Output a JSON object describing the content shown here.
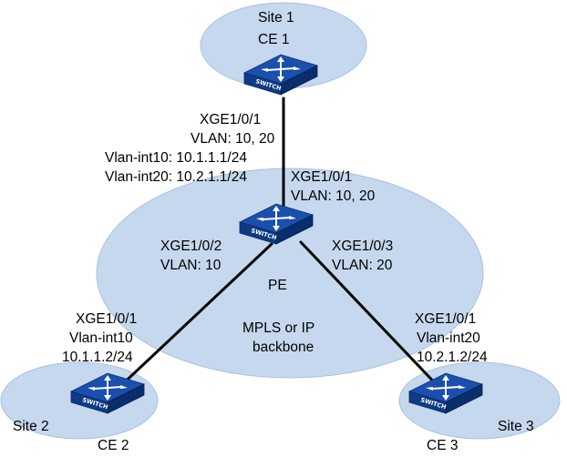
{
  "sites": {
    "site1": "Site 1",
    "site2": "Site 2",
    "site3": "Site 3"
  },
  "devices": {
    "ce1": "CE 1",
    "ce2": "CE 2",
    "ce3": "CE 3",
    "pe": "PE",
    "switch_badge": "SWITCH"
  },
  "backbone": {
    "line1": "MPLS or IP",
    "line2": "backbone"
  },
  "ce1_labels": {
    "port": "XGE1/0/1",
    "vlan": "VLAN: 10, 20",
    "vlan_int10": "Vlan-int10: 10.1.1.1/24",
    "vlan_int20": "Vlan-int20: 10.2.1.1/24"
  },
  "pe_labels": {
    "port_top": "XGE1/0/1",
    "vlan_top": "VLAN: 10, 20",
    "port_left": "XGE1/0/2",
    "vlan_left": "VLAN: 10",
    "port_right": "XGE1/0/3",
    "vlan_right": "VLAN: 20"
  },
  "ce2_labels": {
    "port": "XGE1/0/1",
    "vlan_int": "Vlan-int10",
    "ip": "10.1.1.2/24"
  },
  "ce3_labels": {
    "port": "XGE1/0/1",
    "vlan_int": "Vlan-int20",
    "ip": "10.2.1.2/24"
  },
  "colors": {
    "ellipse": "#c6d8ee",
    "switch": "#1a4fae",
    "link": "#000000"
  }
}
